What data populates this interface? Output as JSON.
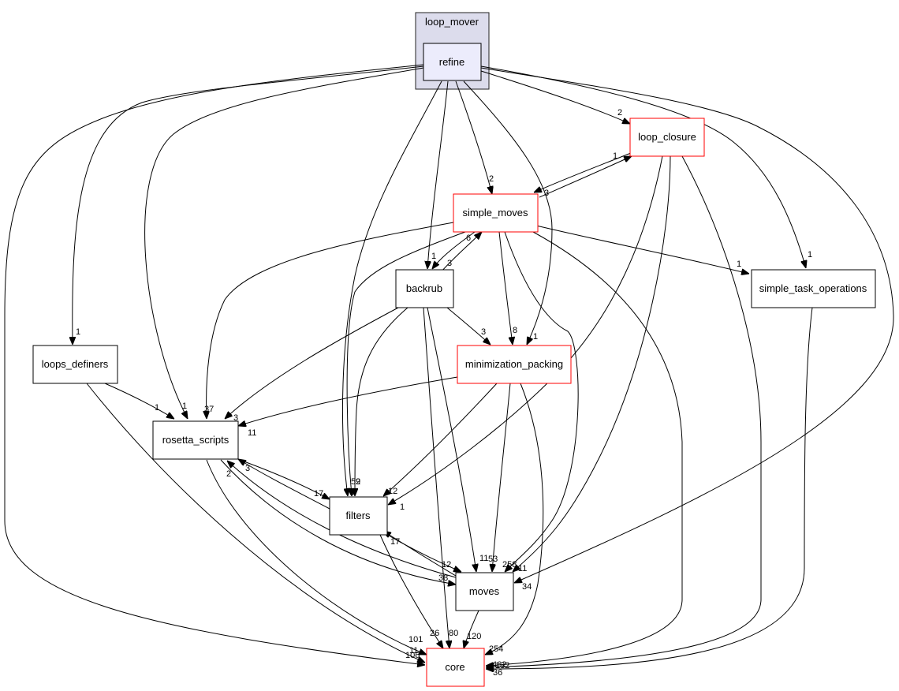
{
  "colors": {
    "cluster_fill": "#dcdcec",
    "cluster_stroke": "#222222",
    "current_fill": "#ececfc",
    "current_stroke": "#000000",
    "normal_stroke": "#000000",
    "red_stroke": "#ff0000"
  },
  "cluster": {
    "label": "loop_mover"
  },
  "nodes": {
    "refine": "refine",
    "loop_closure": "loop_closure",
    "simple_moves": "simple_moves",
    "backrub": "backrub",
    "simple_task_operations": "simple_task_operations",
    "loops_definers": "loops_definers",
    "minimization_packing": "minimization_packing",
    "rosetta_scripts": "rosetta_scripts",
    "filters": "filters",
    "moves": "moves",
    "core": "core"
  },
  "edge_labels": {
    "refine_loop_closure": "2",
    "refine_simple_moves": "2",
    "refine_backrub": "1",
    "refine_minimization_packing": "1",
    "refine_simple_task_operations": "1",
    "refine_loops_definers": "1",
    "refine_rosetta_scripts": "1",
    "loop_closure_simple_moves": "3",
    "simple_moves_loop_closure": "1",
    "simple_moves_backrub": "3",
    "backrub_simple_moves": "6",
    "simple_moves_simple_task_operations": "1",
    "simple_moves_minimization_packing": "8",
    "simple_moves_rosetta_scripts": "37",
    "backrub_minimization_packing": "3",
    "backrub_rosetta_scripts": "3",
    "loops_definers_rosetta_scripts": "1",
    "minimization_packing_rosetta_scripts": "11",
    "minimization_packing_filters": "12",
    "loop_closure_filters": "1",
    "filters_rosetta_scripts": "3",
    "moves_rosetta_scripts": "2",
    "rosetta_scripts_filters": "17",
    "simple_moves_filters": "52",
    "backrub_filters": "9",
    "refine_filters": "6",
    "moves_filters": "17",
    "rosetta_scripts_moves": "38",
    "filters_moves": "12",
    "backrub_moves": "11",
    "minimization_packing_moves": "53",
    "simple_moves_moves": "258",
    "loop_closure_moves": "11",
    "refine_moves": "34",
    "rosetta_scripts_core": "101",
    "loops_definers_core": "11",
    "refine_core": "106",
    "filters_core": "26",
    "backrub_core": "80",
    "moves_core": "120",
    "minimization_packing_core": "254",
    "simple_moves_core": "462",
    "loop_closure_core": "132",
    "simple_task_operations_core": "36"
  }
}
